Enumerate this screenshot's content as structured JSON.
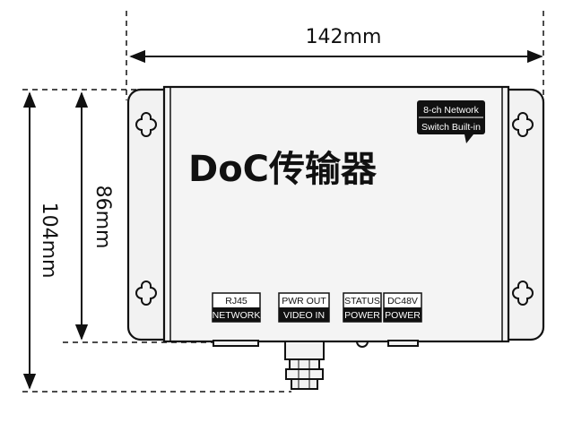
{
  "dimensions": {
    "width": "142mm",
    "height_inner": "86mm",
    "height_outer": "104mm"
  },
  "device": {
    "title": "DoC传输器",
    "badge_line1": "8-ch Network",
    "badge_line2": "Switch Built-in"
  },
  "ports": [
    {
      "top": "RJ45",
      "bottom": "NETWORK"
    },
    {
      "top": "PWR OUT",
      "bottom": "VIDEO IN"
    },
    {
      "top": "STATUS",
      "bottom": "POWER"
    },
    {
      "top": "DC48V",
      "bottom": "POWER"
    }
  ],
  "colors": {
    "line": "#111111",
    "body_fill": "#f2f2f2",
    "label_dark": "#111111"
  }
}
